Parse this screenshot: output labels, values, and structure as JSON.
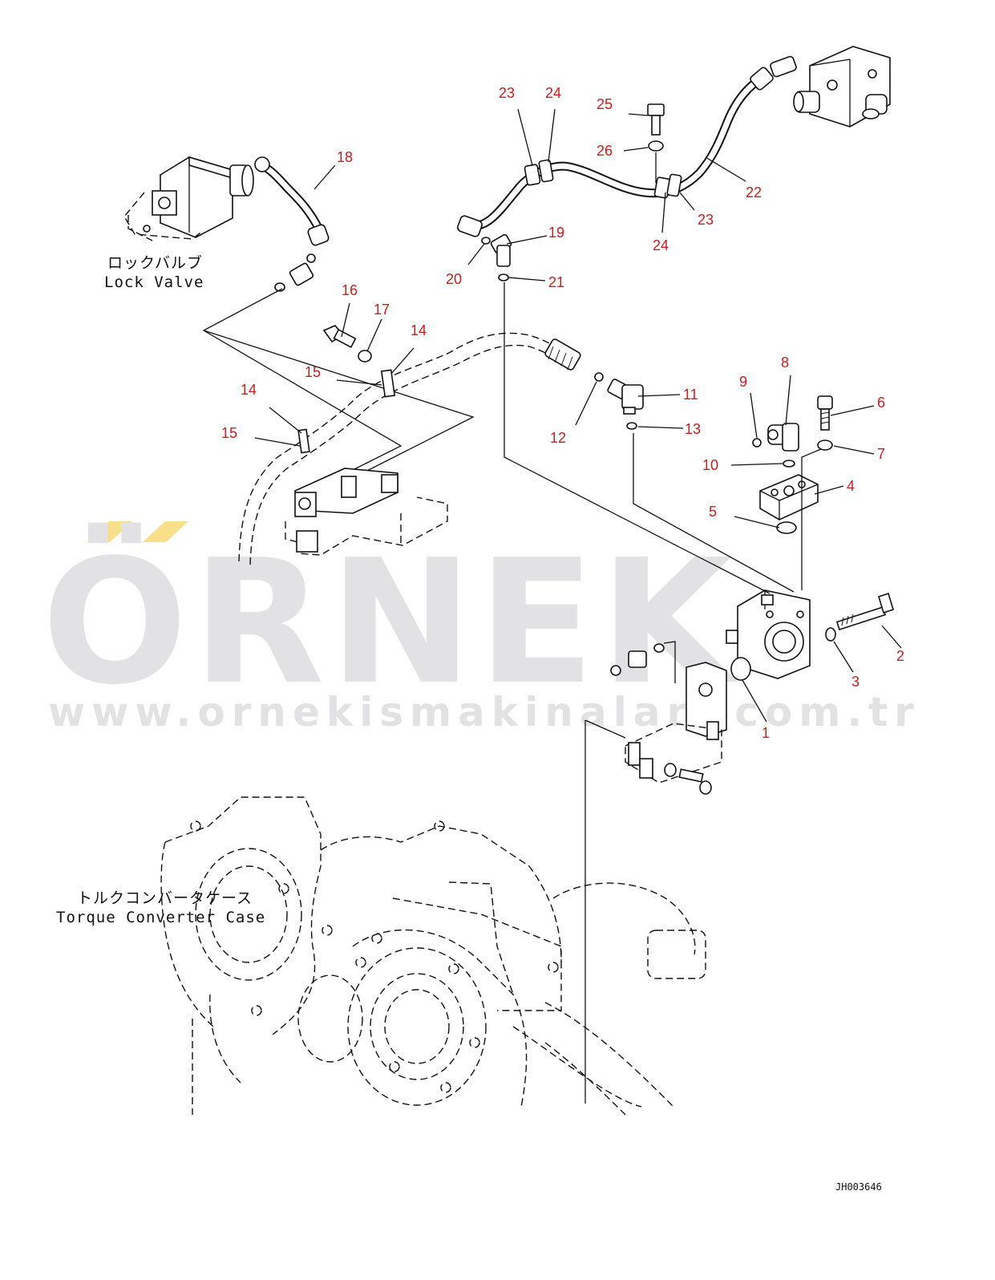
{
  "watermark": {
    "brand": "ÖRNEK",
    "url": "www.ornekismakinalari.com.tr",
    "colors": {
      "brand_gray": "#e2e2e5",
      "accent_yellow": "#f8df8a"
    }
  },
  "captions": {
    "lock_valve_jp": "ロックバルブ",
    "lock_valve_en": "Lock Valve",
    "torque_case_jp": "トルクコンバータケース",
    "torque_case_en": "Torque Converter Case"
  },
  "drawing_code": "JH003646",
  "callouts": [
    {
      "id": "c1",
      "label": "1"
    },
    {
      "id": "c2",
      "label": "2"
    },
    {
      "id": "c3",
      "label": "3"
    },
    {
      "id": "c4",
      "label": "4"
    },
    {
      "id": "c5",
      "label": "5"
    },
    {
      "id": "c6",
      "label": "6"
    },
    {
      "id": "c7",
      "label": "7"
    },
    {
      "id": "c8",
      "label": "8"
    },
    {
      "id": "c9",
      "label": "9"
    },
    {
      "id": "c10",
      "label": "10"
    },
    {
      "id": "c11",
      "label": "11"
    },
    {
      "id": "c12",
      "label": "12"
    },
    {
      "id": "c13",
      "label": "13"
    },
    {
      "id": "c14a",
      "label": "14"
    },
    {
      "id": "c14b",
      "label": "14"
    },
    {
      "id": "c15a",
      "label": "15"
    },
    {
      "id": "c15b",
      "label": "15"
    },
    {
      "id": "c16",
      "label": "16"
    },
    {
      "id": "c17",
      "label": "17"
    },
    {
      "id": "c18",
      "label": "18"
    },
    {
      "id": "c19",
      "label": "19"
    },
    {
      "id": "c20",
      "label": "20"
    },
    {
      "id": "c21",
      "label": "21"
    },
    {
      "id": "c22",
      "label": "22"
    },
    {
      "id": "c23a",
      "label": "23"
    },
    {
      "id": "c23b",
      "label": "23"
    },
    {
      "id": "c24a",
      "label": "24"
    },
    {
      "id": "c24b",
      "label": "24"
    },
    {
      "id": "c25",
      "label": "25"
    },
    {
      "id": "c26",
      "label": "26"
    }
  ],
  "colors": {
    "callout": "#c81e1e",
    "line": "#111111"
  }
}
